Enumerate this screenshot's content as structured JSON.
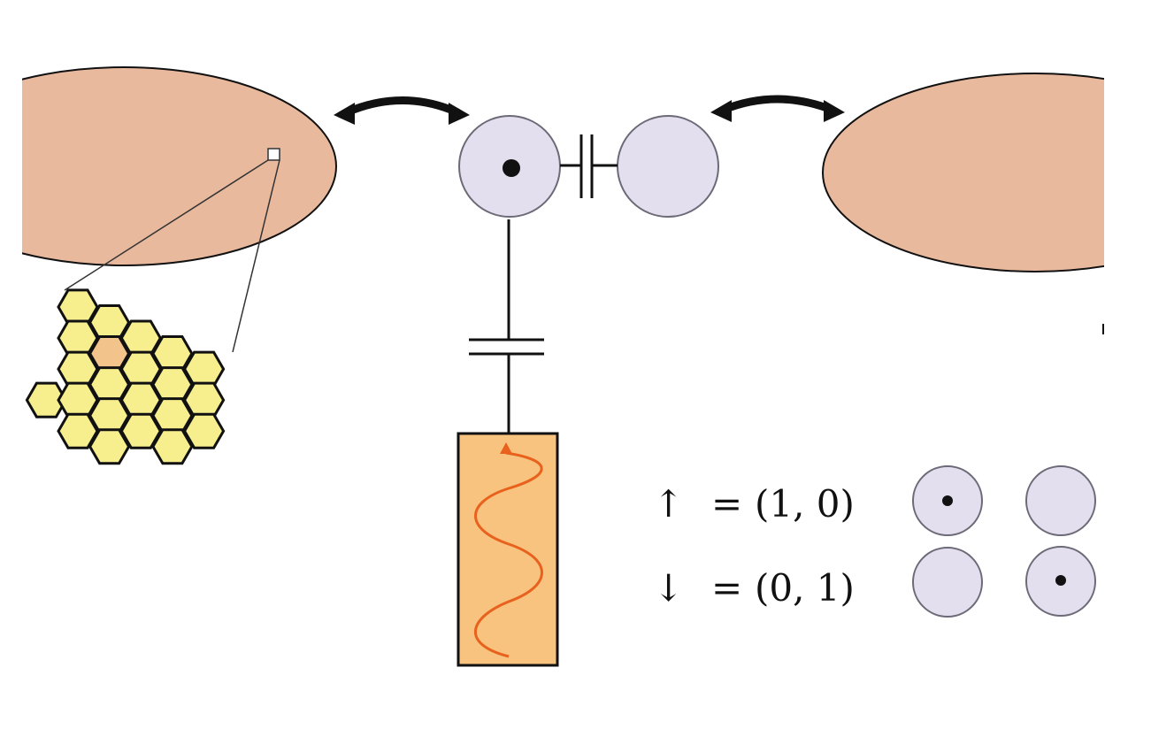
{
  "colors": {
    "lead": "#e9b99e",
    "dot_fill": "#e4dfee",
    "dot_stroke": "#6d6a78",
    "hex_fill": "#f7ee8e",
    "hex_highlight": "#f2c48c",
    "resonator_fill": "#f8c37f",
    "wave": "#e8621e",
    "line": "#111111"
  },
  "icons": {
    "left_arrow": "curved-double-arrow-icon",
    "right_arrow": "curved-double-arrow-icon",
    "up_arrow": "up-arrow",
    "down_arrow": "down-arrow"
  },
  "legend": {
    "up": {
      "symbol": "↑",
      "equals": "=",
      "value": "(1, 0)"
    },
    "down": {
      "symbol": "↓",
      "equals": "=",
      "value": "(0, 1)"
    }
  }
}
